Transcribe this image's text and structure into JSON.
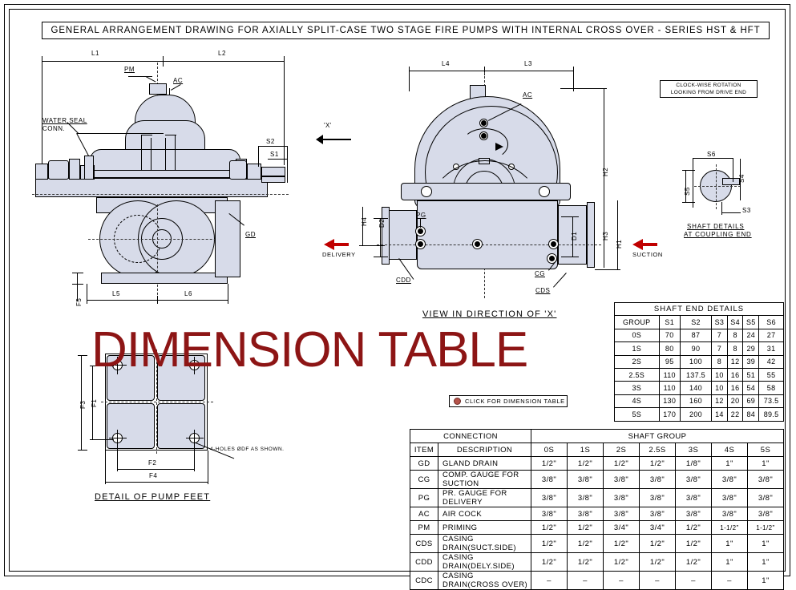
{
  "title_block": {
    "text": "GENERAL ARRANGEMENT DRAWING FOR AXIALLY SPLIT-CASE TWO STAGE FIRE PUMPS WITH INTERNAL CROSS OVER - SERIES HST & HFT"
  },
  "watermark": {
    "text": "DIMENSION TABLE",
    "color": "#8d1515"
  },
  "click_button": {
    "label": "CLICK FOR DIMENSION TABLE",
    "dot_color": "#b5534a"
  },
  "rotation_note": {
    "line1": "CLOCK-WISE ROTATION",
    "line2": "LOOKING FROM DRIVE END"
  },
  "captions": {
    "view_x": "VIEW IN DIRECTION OF 'X'",
    "pump_feet": "DETAIL OF PUMP FEET",
    "shaft_details_1": "SHAFT DETAILS",
    "shaft_details_2": "AT COUPLING END"
  },
  "flow_labels": {
    "delivery": "DELIVERY",
    "suction": "SUCTION",
    "direction_x": "'X'"
  },
  "callouts": {
    "water_seal_1": "WATER SEAL",
    "water_seal_2": "CONN.",
    "pm": "PM",
    "ac": "AC",
    "gd": "GD",
    "pg": "PG",
    "cg": "CG",
    "cds": "CDS",
    "cdd": "CDD",
    "holes_note": "4-HOLES ØDF AS SHOWN."
  },
  "dimension_labels": {
    "L1": "L1",
    "L2": "L2",
    "L3": "L3",
    "L4": "L4",
    "L5": "L5",
    "L6": "L6",
    "H1": "H1",
    "H2": "H2",
    "H3": "H3",
    "H4": "H4",
    "D1": "D1",
    "D2": "D2",
    "S1": "S1",
    "S2": "S2",
    "S3": "S3",
    "S4": "S4",
    "S5": "S5",
    "S6": "S6",
    "F1": "F1",
    "F2": "F2",
    "F3": "F3",
    "F4": "F4",
    "F5": "F5"
  },
  "shaft_end_details": {
    "title": "SHAFT END DETAILS",
    "columns": [
      "GROUP",
      "S1",
      "S2",
      "S3",
      "S4",
      "S5",
      "S6"
    ],
    "rows": [
      [
        "0S",
        "70",
        "87",
        "7",
        "8",
        "24",
        "27"
      ],
      [
        "1S",
        "80",
        "90",
        "7",
        "8",
        "29",
        "31"
      ],
      [
        "2S",
        "95",
        "100",
        "8",
        "12",
        "39",
        "42"
      ],
      [
        "2.5S",
        "110",
        "137.5",
        "10",
        "16",
        "51",
        "55"
      ],
      [
        "3S",
        "110",
        "140",
        "10",
        "16",
        "54",
        "58"
      ],
      [
        "4S",
        "130",
        "160",
        "12",
        "20",
        "69",
        "73.5"
      ],
      [
        "5S",
        "170",
        "200",
        "14",
        "22",
        "84",
        "89.5"
      ]
    ]
  },
  "connection_table": {
    "header_left": "CONNECTION",
    "header_right": "SHAFT GROUP",
    "sub_item": "ITEM",
    "sub_description": "DESCRIPTION",
    "groups": [
      "0S",
      "1S",
      "2S",
      "2.5S",
      "3S",
      "4S",
      "5S"
    ],
    "rows": [
      {
        "item": "GD",
        "description": "GLAND DRAIN",
        "values": [
          "1/2\"",
          "1/2\"",
          "1/2\"",
          "1/2\"",
          "1/8\"",
          "1\"",
          "1\""
        ]
      },
      {
        "item": "CG",
        "description": "COMP. GAUGE FOR SUCTION",
        "values": [
          "3/8\"",
          "3/8\"",
          "3/8\"",
          "3/8\"",
          "3/8\"",
          "3/8\"",
          "3/8\""
        ]
      },
      {
        "item": "PG",
        "description": "PR. GAUGE FOR DELIVERY",
        "values": [
          "3/8\"",
          "3/8\"",
          "3/8\"",
          "3/8\"",
          "3/8\"",
          "3/8\"",
          "3/8\""
        ]
      },
      {
        "item": "AC",
        "description": "AIR COCK",
        "values": [
          "3/8\"",
          "3/8\"",
          "3/8\"",
          "3/8\"",
          "3/8\"",
          "3/8\"",
          "3/8\""
        ]
      },
      {
        "item": "PM",
        "description": "PRIMING",
        "values": [
          "1/2\"",
          "1/2\"",
          "3/4\"",
          "3/4\"",
          "1/2\"",
          "1-1/2\"",
          "1-1/2\""
        ]
      },
      {
        "item": "CDS",
        "description": "CASING DRAIN(SUCT.SIDE)",
        "values": [
          "1/2\"",
          "1/2\"",
          "1/2\"",
          "1/2\"",
          "1/2\"",
          "1\"",
          "1\""
        ]
      },
      {
        "item": "CDD",
        "description": "CASING DRAIN(DELY.SIDE)",
        "values": [
          "1/2\"",
          "1/2\"",
          "1/2\"",
          "1/2\"",
          "1/2\"",
          "1\"",
          "1\""
        ]
      },
      {
        "item": "CDC",
        "description": "CASING DRAIN(CROSS OVER)",
        "values": [
          "–",
          "–",
          "–",
          "–",
          "–",
          "–",
          "1\""
        ]
      }
    ]
  }
}
